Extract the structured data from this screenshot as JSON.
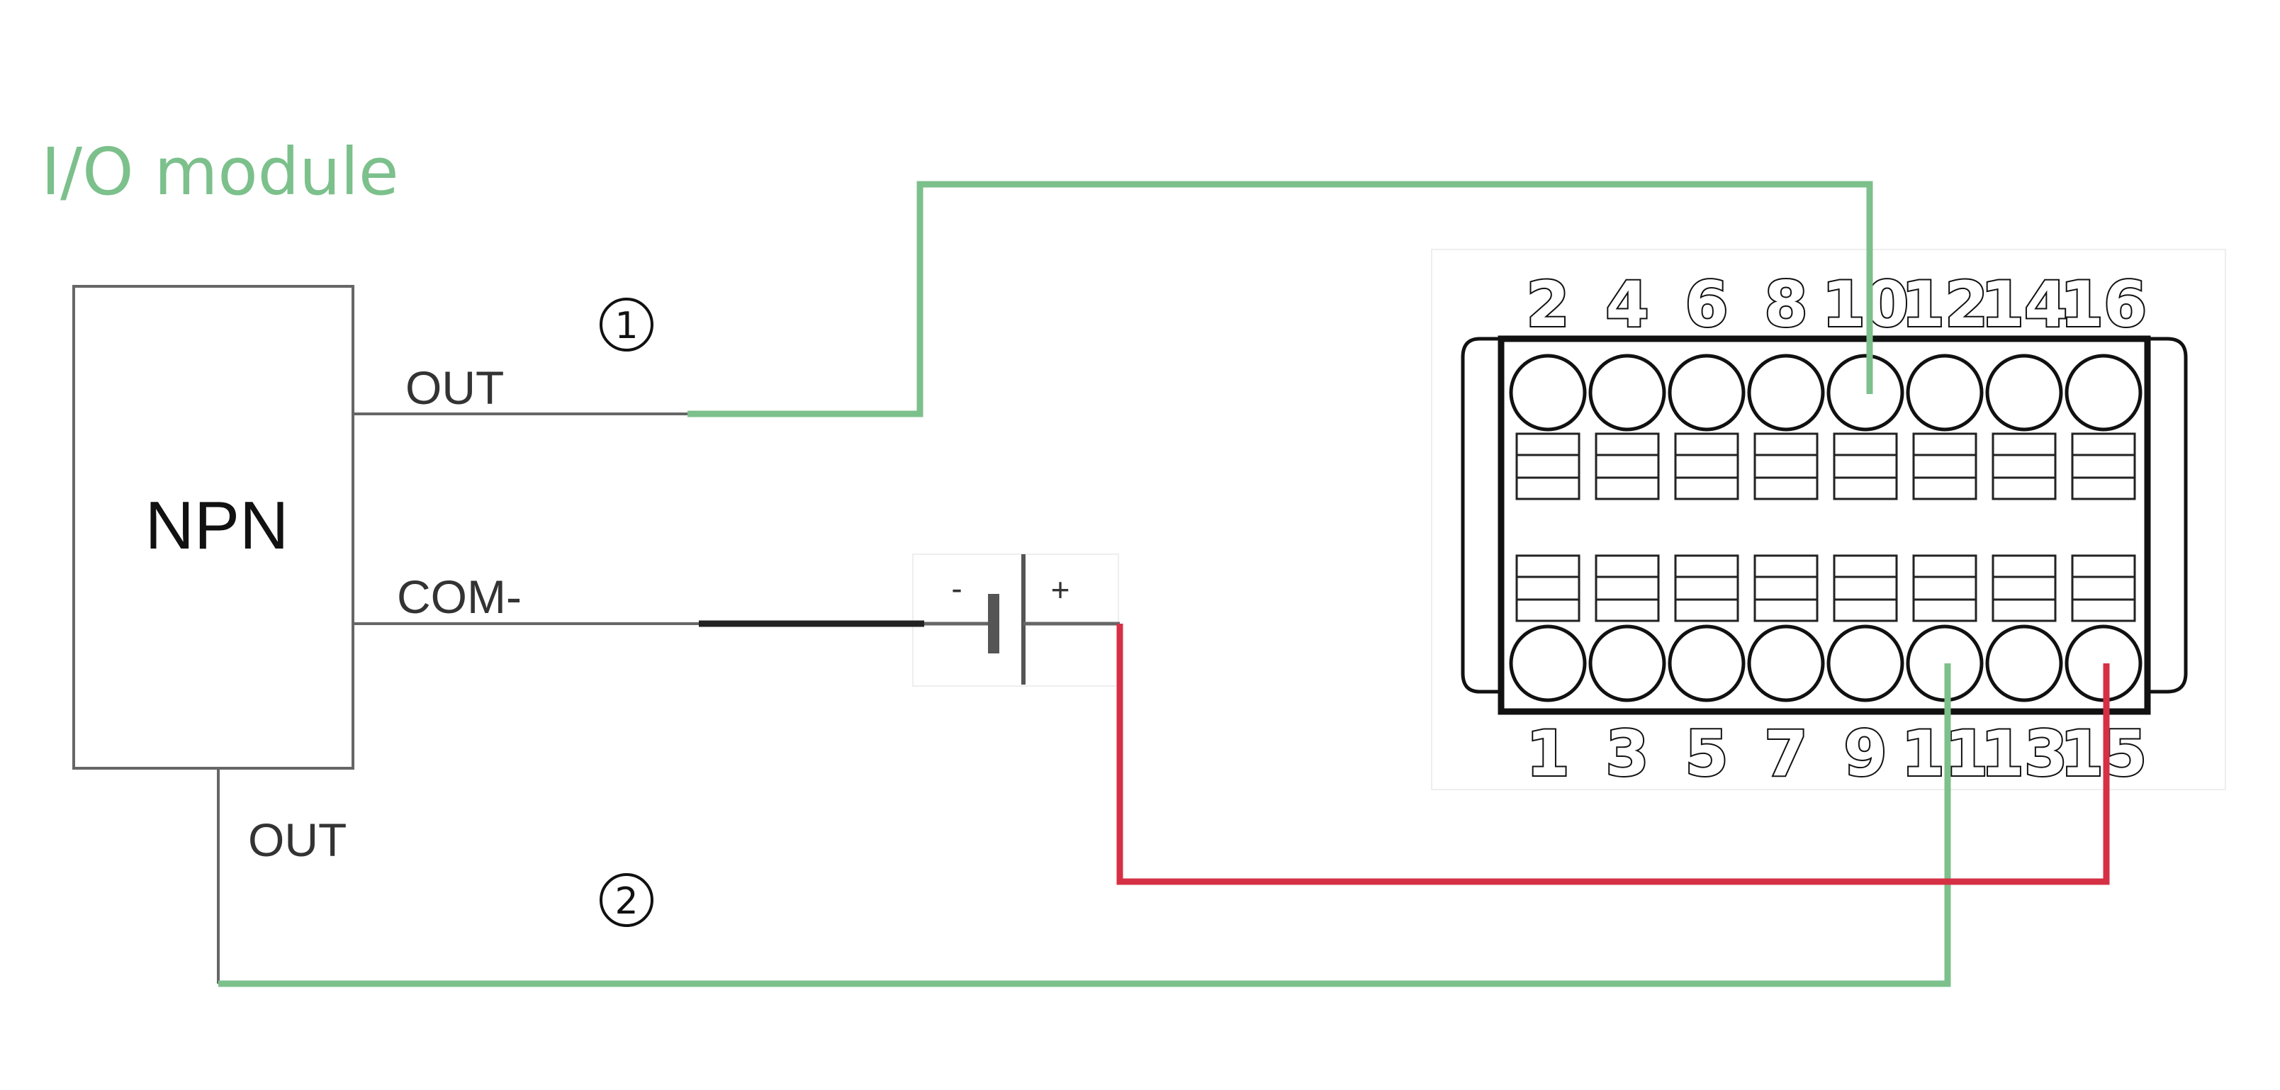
{
  "title": "I/O module",
  "sensor": {
    "label": "NPN",
    "out_label_top": "OUT",
    "com_label": "COM-",
    "out_label_bottom": "OUT"
  },
  "markers": {
    "first": "①",
    "second": "②"
  },
  "battery": {
    "minus": "-",
    "plus": "+"
  },
  "terminal_block": {
    "top_pins": [
      "2",
      "4",
      "6",
      "8",
      "10",
      "12",
      "14",
      "16"
    ],
    "bottom_pins": [
      "1",
      "3",
      "5",
      "7",
      "9",
      "11",
      "13",
      "15"
    ]
  },
  "colors": {
    "signal_wire": "#7cc08c",
    "positive_wire": "#d63045",
    "negative_wire": "#222222",
    "title": "#7cc08c"
  }
}
